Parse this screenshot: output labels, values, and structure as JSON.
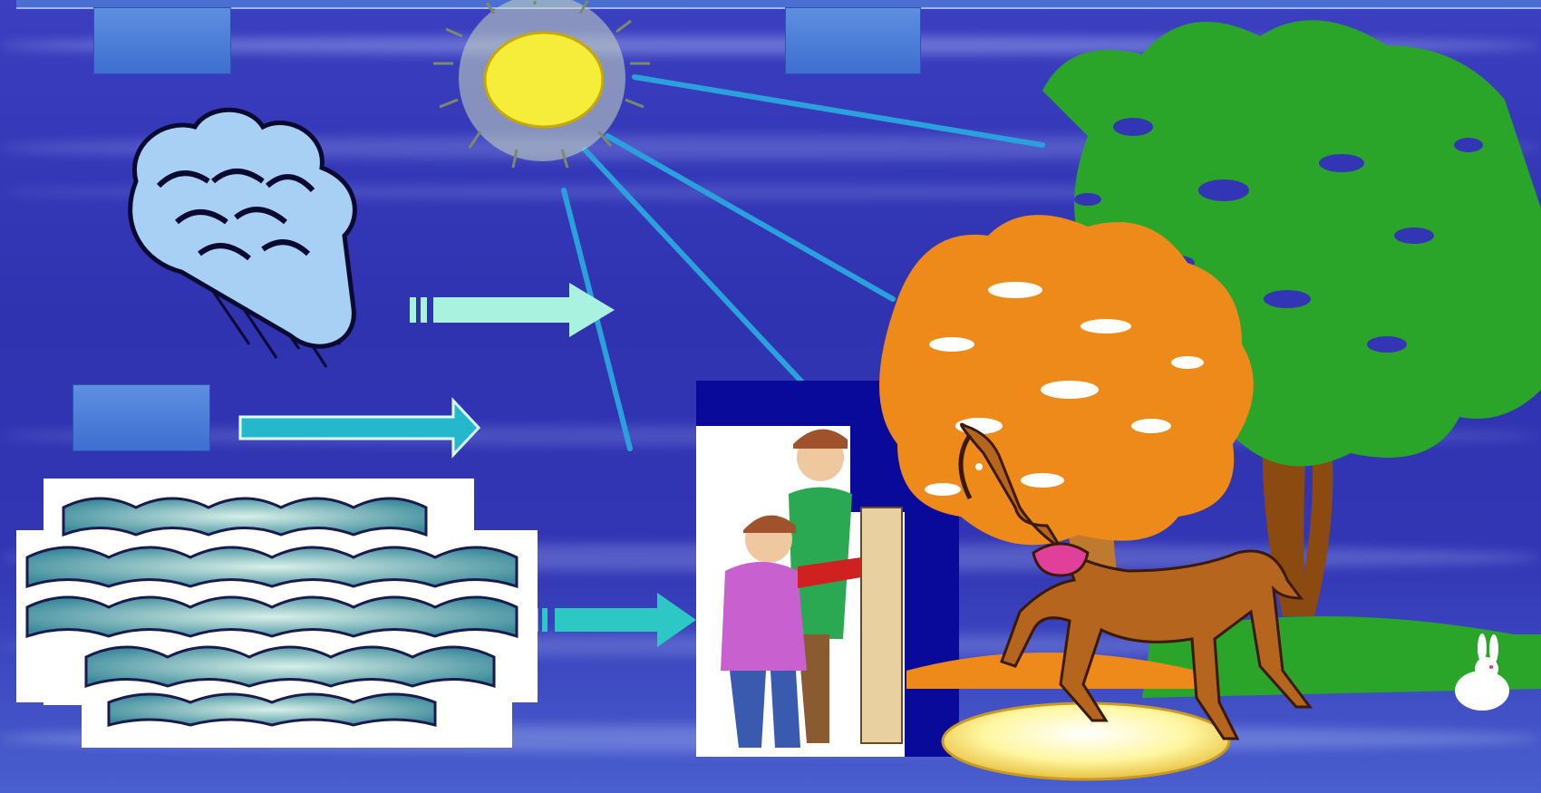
{
  "scene": {
    "elements": [
      "sun",
      "rain-cloud",
      "water",
      "people-working",
      "horse",
      "trees",
      "rabbit"
    ],
    "colors": {
      "background": "#3236b4",
      "sun": "#f6ec3a",
      "cloud": "#a8d0f5",
      "tree-green": "#2aa52a",
      "tree-orange": "#ee8a1a",
      "horse": "#b5651d",
      "saddle": "#e0409a",
      "arrow-light": "#aaf2e0",
      "arrow-teal": "#25b8cc",
      "ray-line": "#2aa0dc"
    }
  }
}
